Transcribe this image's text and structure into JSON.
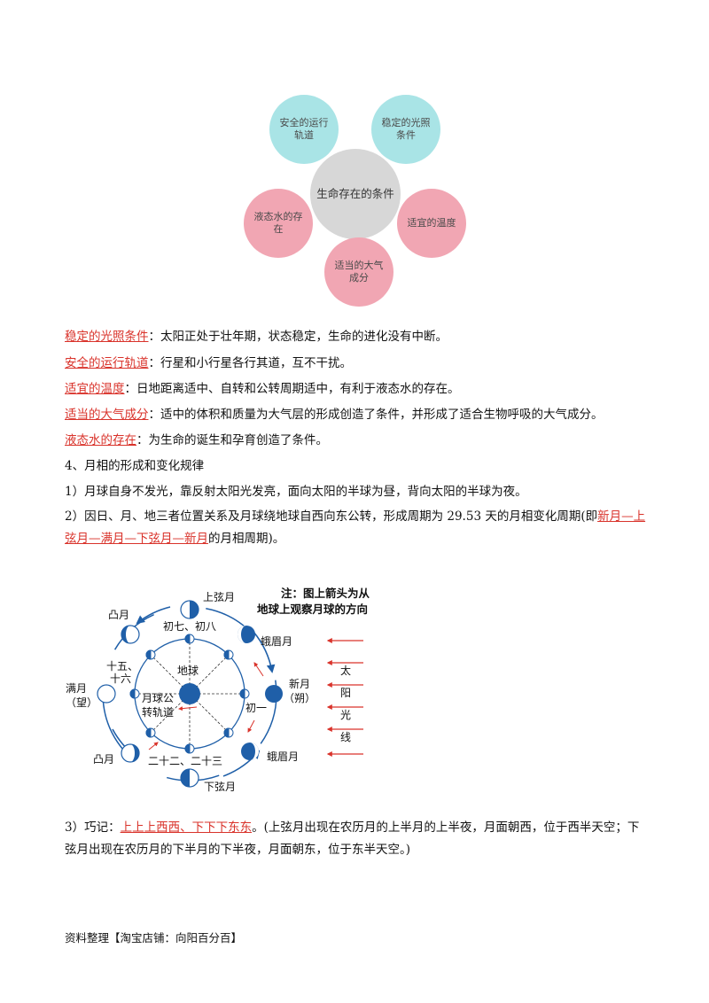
{
  "concept_map": {
    "center": "生命存在的条件",
    "orbit": "安全的运行轨道",
    "light": "稳定的光照条件",
    "water": "液态水的存在",
    "temperature": "适宜的温度",
    "atmosphere": "适当的大气成分"
  },
  "conditions": [
    {
      "term": "稳定的光照条件",
      "desc": "：太阳正处于壮年期，状态稳定，生命的进化没有中断。"
    },
    {
      "term": "安全的运行轨道",
      "desc": "：行星和小行星各行其道，互不干扰。"
    },
    {
      "term": "适宜的温度",
      "desc": "：日地距离适中、自转和公转周期适中，有利于液态水的存在。"
    },
    {
      "term": "适当的大气成分",
      "desc": "：适中的体积和质量为大气层的形成创造了条件，并形成了适合生物呼吸的大气成分。"
    },
    {
      "term": "液态水的存在",
      "desc": "：为生命的诞生和孕育创造了条件。"
    }
  ],
  "section_heading": "4、月相的形成和变化规律",
  "point1": "1）月球自身不发光，靠反射太阳光发亮，面向太阳的半球为昼，背向太阳的半球为夜。",
  "point2": {
    "before": "2）因日、月、地三者位置关系及月球绕地球自西向东公转，形成周期为 29.53 天的月相变化周期(即",
    "highlight": "新月—上弦月—满月—下弦月—新月",
    "after": "的月相周期)。"
  },
  "diagram": {
    "note_line1": "注：图上箭头为从",
    "note_line2": "地球上观察月球的方向",
    "earth": "地球",
    "orbit_line1": "月球公",
    "orbit_line2": "转轨道",
    "first_quarter": "上弦月",
    "first_quarter_days": "初七、初八",
    "waxing_crescent": "蛾眉月",
    "new_moon": "新月",
    "new_moon_alt": "（朔）",
    "day_one": "初一",
    "waning_crescent": "蛾眉月",
    "third_quarter": "下弦月",
    "third_quarter_days": "二十二、二十三",
    "gibbous_lower": "凸月",
    "full_moon": "满月",
    "full_moon_alt": "（望）",
    "full_days_1": "十五、",
    "full_days_2": "十六",
    "gibbous_upper": "凸月",
    "sun_1": "太",
    "sun_2": "阳",
    "sun_3": "光",
    "sun_4": "线"
  },
  "point3": {
    "prefix": "3）巧记：",
    "highlight": "上上上西西、下下下东东",
    "rest": "。(上弦月出现在农历月的上半月的上半夜，月面朝西，位于西半天空；下弦月出现在农历月的下半月的下半夜，月面朝东，位于东半天空。)"
  },
  "footer": "资料整理【淘宝店铺：向阳百分百】",
  "colors": {
    "red": "#d9332b",
    "moon_blue": "#1f5fa8",
    "teal": "#a9e4e6",
    "pink": "#f1a6b3",
    "gray": "#d7d7d7"
  }
}
